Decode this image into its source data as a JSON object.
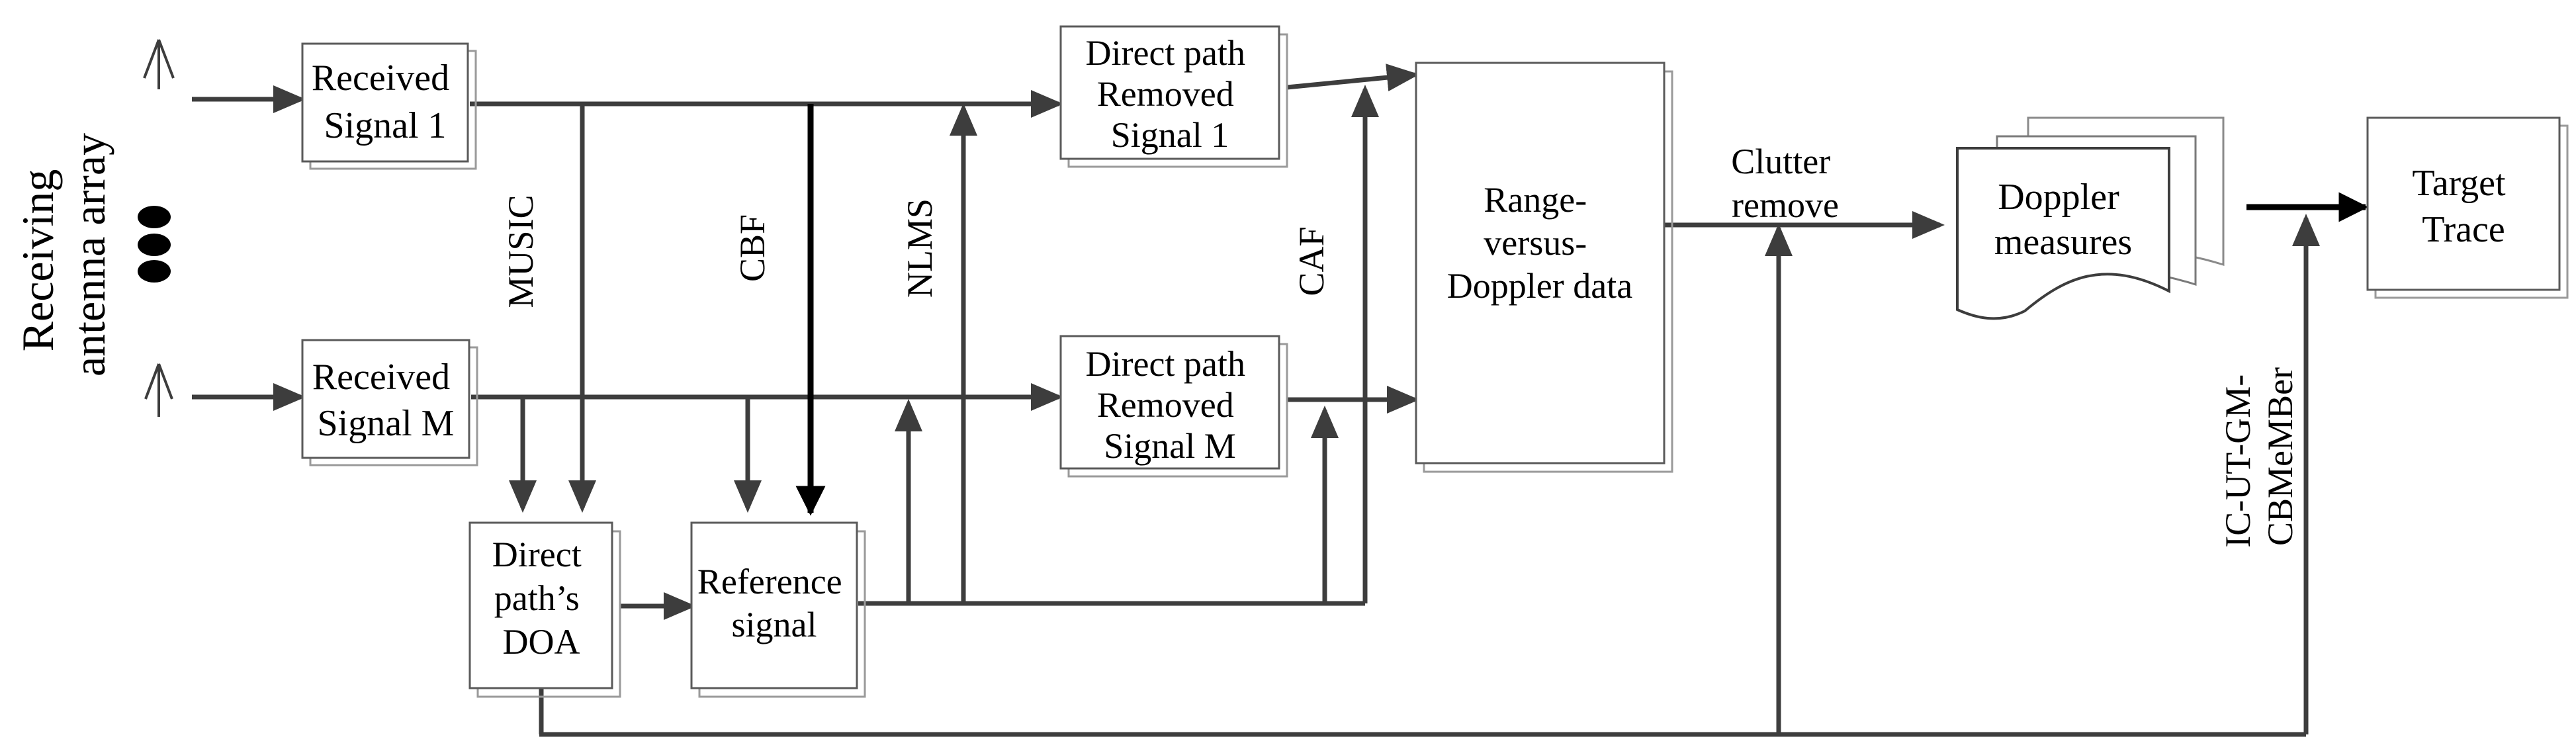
{
  "diagram": {
    "side_label": [
      "Receiving",
      "antenna array"
    ],
    "boxes": {
      "received_1": [
        "Received",
        "Signal  1"
      ],
      "received_m": [
        "Received",
        "Signal  M"
      ],
      "dp_removed_1": [
        "Direct path",
        "Removed",
        "Signal  1"
      ],
      "dp_removed_m": [
        "Direct path",
        "Removed",
        "Signal  M"
      ],
      "range_doppler": [
        "Range-",
        "versus-",
        "Doppler data"
      ],
      "doppler_measures": [
        "Doppler",
        "measures"
      ],
      "target_trace": [
        "Target",
        "Trace"
      ],
      "direct_doa": [
        "Direct",
        "path’s",
        "DOA"
      ],
      "reference": [
        "Reference",
        "signal"
      ]
    },
    "edge_labels": {
      "music": "MUSIC",
      "cbf": "CBF",
      "nlms": "NLMS",
      "caf": "CAF",
      "clutter": [
        "Clutter",
        "remove"
      ],
      "tracker": [
        "IC-UT-GM-",
        "CBMeMBer"
      ]
    },
    "colors": {
      "line": "#3d3d3d",
      "box_border": "#5a5a5a",
      "box_shadow": "#9a9a9a"
    }
  }
}
